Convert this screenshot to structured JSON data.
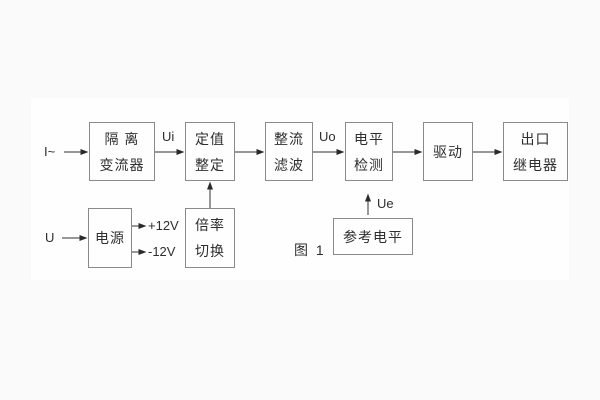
{
  "figure": {
    "caption": "图 1",
    "colors": {
      "background": "#fafafa",
      "paper": "#fefefe",
      "line": "#333333",
      "border": "#8a8a8a",
      "text": "#2e2e2e"
    }
  },
  "inputs": {
    "current": "I~",
    "voltage": "U"
  },
  "signals": {
    "ui": "Ui",
    "uo": "Uo",
    "ue": "Ue",
    "pos12": "+12V",
    "neg12": "-12V"
  },
  "blocks": {
    "isolation": {
      "line1": "隔 离",
      "line2": "变流器"
    },
    "setting": {
      "line1": "定值",
      "line2": "整定"
    },
    "rectifier": {
      "line1": "整流",
      "line2": "滤波"
    },
    "level": {
      "line1": "电平",
      "line2": "检测"
    },
    "driver": {
      "line1": "驱动"
    },
    "relay": {
      "line1": "出口",
      "line2": "继电器"
    },
    "power": {
      "line1": "电源"
    },
    "ratio": {
      "line1": "倍率",
      "line2": "切换"
    },
    "reference": {
      "line1": "参考电平"
    }
  }
}
